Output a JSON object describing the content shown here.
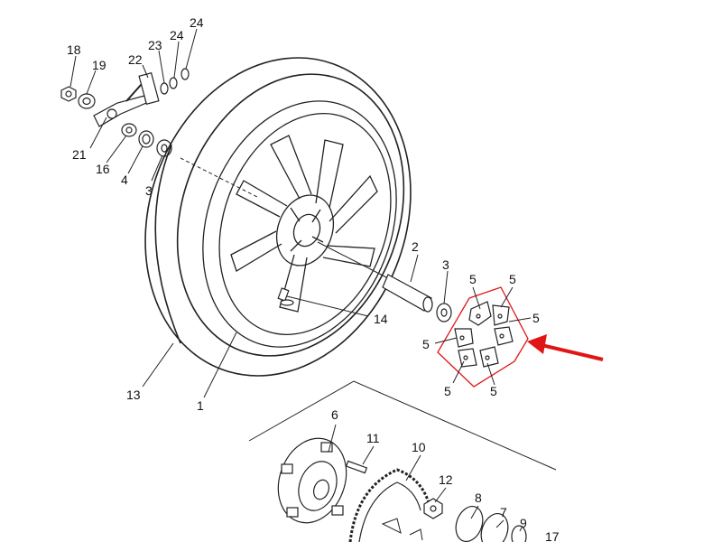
{
  "diagram": {
    "part_labels": [
      {
        "id": "18",
        "text": "18"
      },
      {
        "id": "19",
        "text": "19"
      },
      {
        "id": "22",
        "text": "22"
      },
      {
        "id": "23",
        "text": "23"
      },
      {
        "id": "24a",
        "text": "24"
      },
      {
        "id": "24b",
        "text": "24"
      },
      {
        "id": "21",
        "text": "21"
      },
      {
        "id": "16",
        "text": "16"
      },
      {
        "id": "4",
        "text": "4"
      },
      {
        "id": "3a",
        "text": "3"
      },
      {
        "id": "2",
        "text": "2"
      },
      {
        "id": "3b",
        "text": "3"
      },
      {
        "id": "14",
        "text": "14"
      },
      {
        "id": "13",
        "text": "13"
      },
      {
        "id": "1",
        "text": "1"
      },
      {
        "id": "5a",
        "text": "5"
      },
      {
        "id": "5b",
        "text": "5"
      },
      {
        "id": "5c",
        "text": "5"
      },
      {
        "id": "5d",
        "text": "5"
      },
      {
        "id": "5e",
        "text": "5"
      },
      {
        "id": "5f",
        "text": "5"
      },
      {
        "id": "6",
        "text": "6"
      },
      {
        "id": "11",
        "text": "11"
      },
      {
        "id": "10",
        "text": "10"
      },
      {
        "id": "12",
        "text": "12"
      },
      {
        "id": "8",
        "text": "8"
      },
      {
        "id": "7",
        "text": "7"
      },
      {
        "id": "9",
        "text": "9"
      },
      {
        "id": "17",
        "text": "17"
      }
    ],
    "highlight_color": "#e01515",
    "line_color": "#222222"
  }
}
